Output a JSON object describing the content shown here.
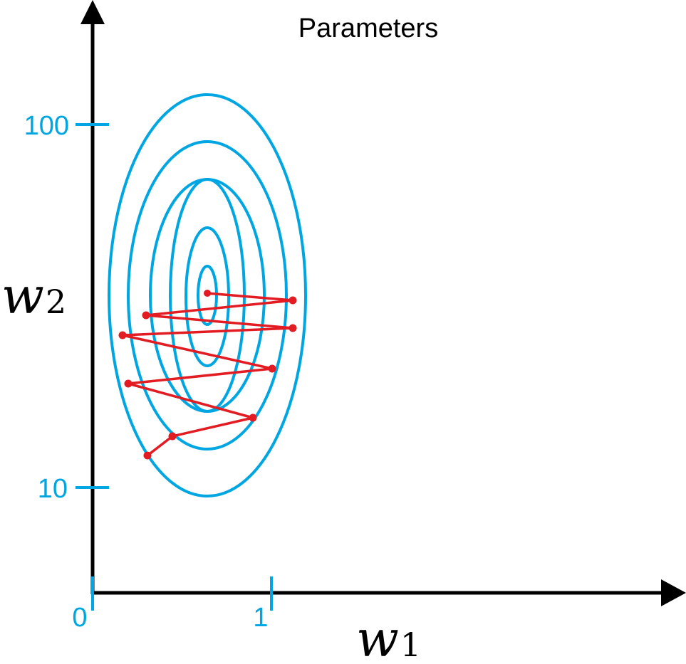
{
  "title": "Parameters",
  "axes": {
    "x_var": "w",
    "x_sub": "1",
    "y_var": "w",
    "y_sub": "2",
    "x_ticks": [
      "0",
      "1"
    ],
    "y_ticks": [
      "100",
      "10"
    ]
  },
  "colors": {
    "axis": "#000000",
    "ticks": "#00a6e2",
    "contours": "#00a6e2",
    "path": "#e31b23"
  },
  "contour_count": 6,
  "path_step_count": 9
}
